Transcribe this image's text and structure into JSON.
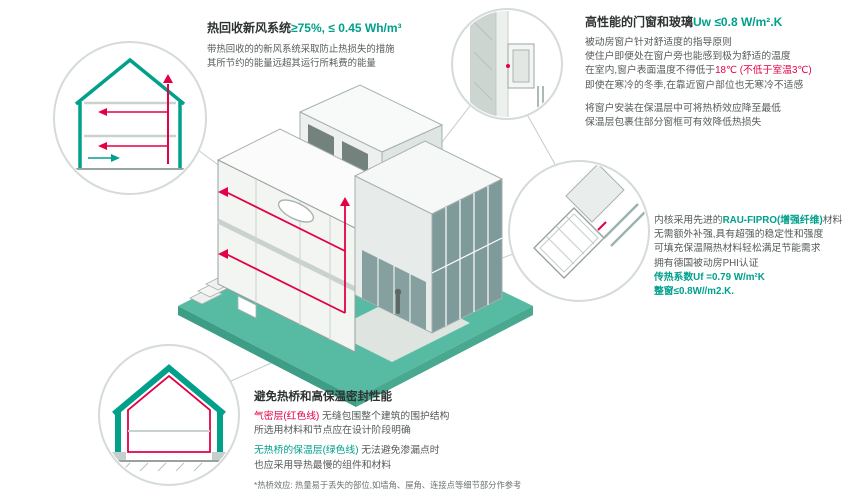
{
  "colors": {
    "accent_green": "#00A08B",
    "accent_red": "#E30045",
    "ground_teal": "#56BBA2"
  },
  "ventilation": {
    "title_black": "热回收新风系统",
    "title_green": "≥75%, ≤ 0.45 Wh/m³",
    "body": [
      "带热回收的的新风系统采取防止热损失的措施",
      "其所节约的能量远超其运行所耗费的能量"
    ]
  },
  "windows": {
    "title_black": "高性能的门窗和玻璃",
    "title_green": "Uw ≤0.8 W/m².K",
    "para1_line1": "被动房窗户针对舒适度的指导原则",
    "para1_line2": "使住户即便处在窗户旁也能感到极为舒适的温度",
    "para1_line3_prefix": "在室内,窗户表面温度不得低于",
    "para1_line3_red": "18℃ (不低于室温3℃)",
    "para1_line4": "即使在寒冷的冬季,在靠近窗户部位也无寒冷不适感",
    "para2": [
      "将窗户安装在保温层中可将热桥效应降至最低",
      "保温层包裹住部分窗框可有效降低热损失"
    ]
  },
  "profile": {
    "line1_prefix": "内核采用先进的",
    "line1_green": "RAU-FIPRO(增强纤维)",
    "line1_suffix": "材料",
    "body": [
      "无需额外补强,具有超强的稳定性和强度",
      "可填充保温隔热材料轻松满足节能需求",
      "拥有德国被动房PHI认证"
    ],
    "metrics": [
      "传热系数Uf =0.79 W/m²K",
      "整窗≤0.8W//m2.K."
    ]
  },
  "thermal": {
    "title": "避免热桥和高保温密封性能",
    "airtight_label": "气密层(红色线)",
    "airtight_rest": " 无缝包围整个建筑的围护结构",
    "airtight_line2": "所选用材料和节点应在设计阶段明确",
    "insulation_label": "无热桥的保温层(绿色线)",
    "insulation_rest": " 无法避免渗漏点时",
    "insulation_line2": "也应采用导热最慢的组件和材料",
    "footnote": "*热桥效应: 热量易于丢失的部位,如墙角、屋角、连接点等细节部分作参考"
  }
}
